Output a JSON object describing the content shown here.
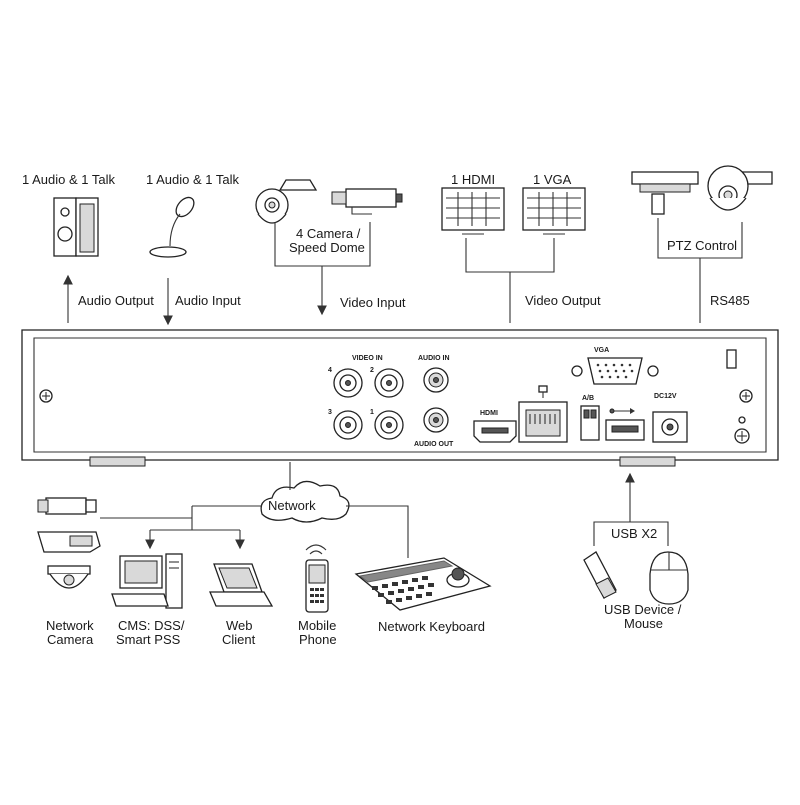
{
  "top_labels": {
    "audio_talk_left": "1 Audio  & 1 Talk",
    "audio_talk_right": "1 Audio & 1 Talk",
    "camera_speed_dome": [
      "4  Camera /",
      "Speed Dome"
    ],
    "hdmi": "1 HDMI",
    "vga": "1 VGA",
    "ptz_control": "PTZ Control",
    "audio_output": "Audio  Output",
    "audio_input": "Audio  Input",
    "video_input": "Video Input",
    "video_output": "Video Output",
    "rs485": "RS485"
  },
  "panel_labels": {
    "video_in": "VIDEO IN",
    "audio_in": "AUDIO IN",
    "audio_out": "AUDIO OUT",
    "vga": "VGA",
    "hdmi": "HDMI",
    "ab": "A/B",
    "dc12v": "DC12V",
    "ch4": "4",
    "ch2": "2",
    "ch3": "3",
    "ch1": "1"
  },
  "bottom_labels": {
    "network": "Network",
    "network_camera": [
      "Network",
      "Camera"
    ],
    "cms": [
      "CMS: DSS/",
      "Smart PSS"
    ],
    "web_client": [
      "Web",
      "Client"
    ],
    "mobile_phone": [
      "Mobile",
      "Phone"
    ],
    "network_keyboard": "Network Keyboard",
    "usb_x2": "USB X2",
    "usb_device_mouse": [
      "USB Device /",
      "Mouse"
    ]
  }
}
